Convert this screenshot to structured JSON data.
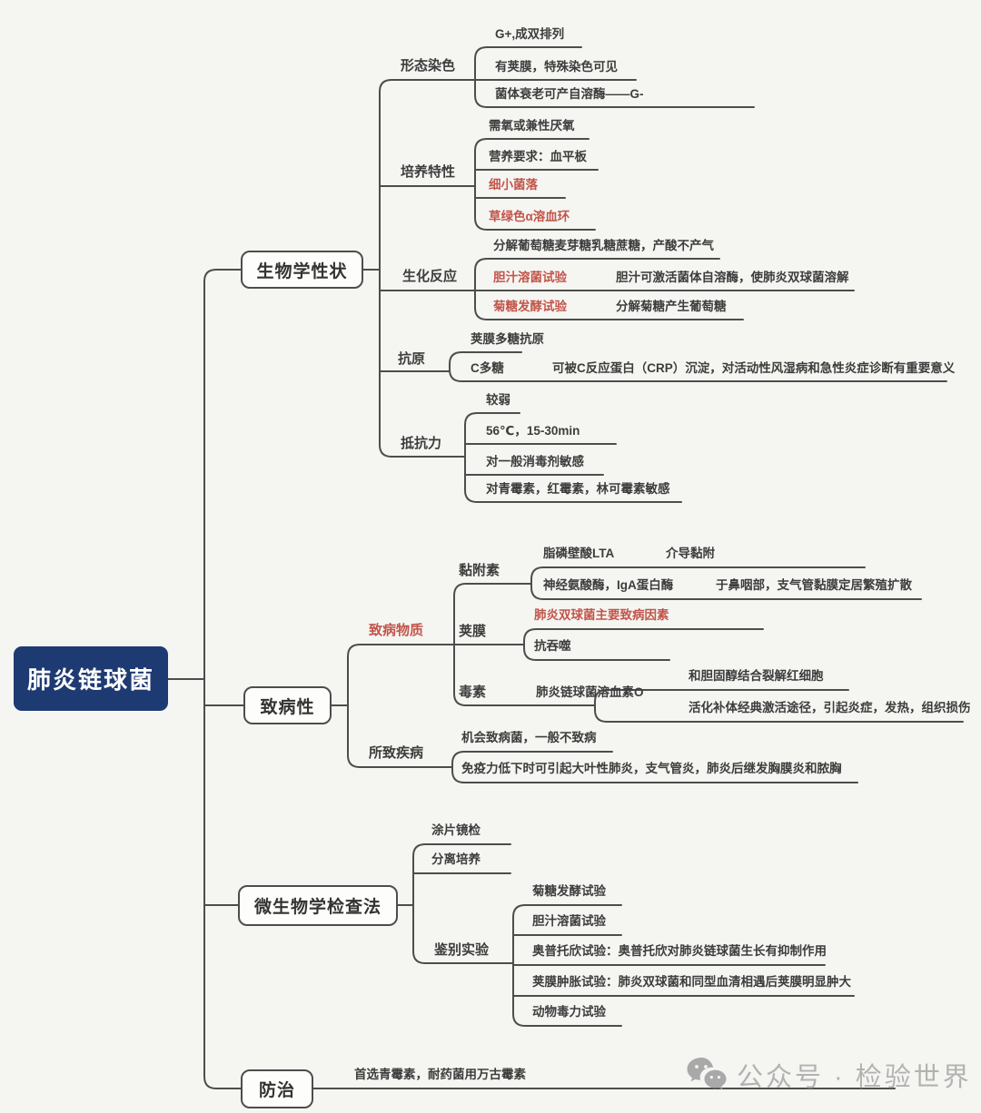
{
  "root": {
    "label": "肺炎链球菌"
  },
  "bio": {
    "label": "生物学性状",
    "morph": {
      "label": "形态染色",
      "items": [
        "G+,成双排列",
        "有荚膜，特殊染色可见",
        "菌体衰老可产自溶酶——G-"
      ]
    },
    "culture": {
      "label": "培养特性",
      "items": [
        "需氧或兼性厌氧",
        "营养要求：血平板",
        "细小菌落",
        "草绿色α溶血环"
      ]
    },
    "biochem": {
      "label": "生化反应",
      "item0": "分解葡萄糖麦芽糖乳糖蔗糖，产酸不产气",
      "test1": "胆汁溶菌试验",
      "test1_note": "胆汁可激活菌体自溶酶，使肺炎双球菌溶解",
      "test2": "菊糖发酵试验",
      "test2_note": "分解菊糖产生葡萄糖"
    },
    "antigen": {
      "label": "抗原",
      "item0": "荚膜多糖抗原",
      "item1": "C多糖",
      "item1_note": "可被C反应蛋白（CRP）沉淀，对活动性风湿病和急性炎症诊断有重要意义"
    },
    "resist": {
      "label": "抵抗力",
      "items": [
        "较弱",
        "56℃，15-30min",
        "对一般消毒剂敏感",
        "对青霉素，红霉素，林可霉素敏感"
      ]
    }
  },
  "patho": {
    "label": "致病性",
    "substance": {
      "label": "致病物质",
      "adhesin": {
        "label": "黏附素",
        "item0": "脂磷壁酸LTA",
        "item0_note": "介导黏附",
        "item1": "神经氨酸酶，IgA蛋白酶",
        "item1_note": "于鼻咽部，支气管黏膜定居繁殖扩散"
      },
      "capsule": {
        "label": "荚膜",
        "item0": "肺炎双球菌主要致病因素",
        "item1": "抗吞噬"
      },
      "toxin": {
        "label": "毒素",
        "item0": "肺炎链球菌溶血素O",
        "note0": "和胆固醇结合裂解红细胞",
        "note1": "活化补体经典激活途径，引起炎症，发热，组织损伤"
      }
    },
    "disease": {
      "label": "所致疾病",
      "item0": "机会致病菌，一般不致病",
      "item1": "免疫力低下时可引起大叶性肺炎，支气管炎，肺炎后继发胸膜炎和脓胸"
    }
  },
  "exam": {
    "label": "微生物学检查法",
    "item0": "涂片镜检",
    "item1": "分离培养",
    "diff": {
      "label": "鉴别实验",
      "items": [
        "菊糖发酵试验",
        "胆汁溶菌试验",
        "奥普托欣试验：奥普托欣对肺炎链球菌生长有抑制作用",
        "荚膜肿胀试验：肺炎双球菌和同型血清相遇后荚膜明显肿大",
        "动物毒力试验"
      ]
    }
  },
  "prevent": {
    "label": "防治",
    "item0": "首选青霉素，耐药菌用万古霉素"
  },
  "watermark": {
    "label": "公众号 · 检验世界"
  },
  "colors": {
    "root_bg": "#1e3a72",
    "accent_red": "#c2554a",
    "line": "#4d4d4d",
    "background": "#f5f5f2"
  }
}
